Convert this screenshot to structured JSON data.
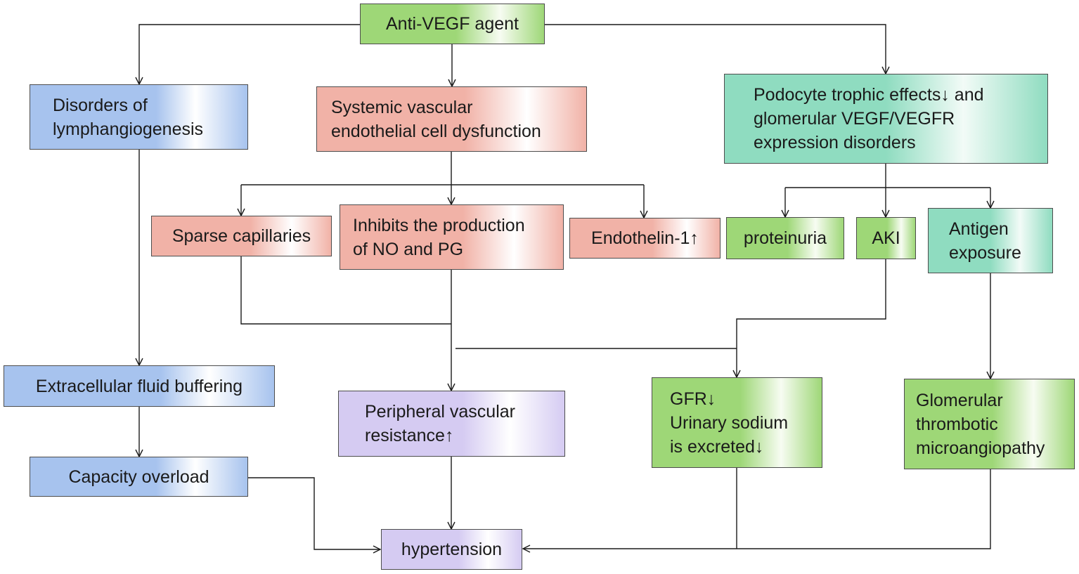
{
  "nodes": {
    "anti_vegf": "Anti-VEGF agent",
    "lymph": [
      "Disorders of",
      "lymphangiogenesis"
    ],
    "endothelial": [
      "Systemic vascular",
      "endothelial cell dysfunction"
    ],
    "podocyte": [
      "Podocyte trophic effects↓ and",
      "glomerular VEGF/VEGFR",
      "expression disorders"
    ],
    "sparse": "Sparse capillaries",
    "no_pg": [
      "Inhibits the production",
      "of NO and PG"
    ],
    "endothelin": "Endothelin-1↑",
    "proteinuria": "proteinuria",
    "aki": "AKI",
    "antigen": [
      "Antigen",
      "exposure"
    ],
    "ecf": "Extracellular fluid buffering",
    "capacity": "Capacity overload",
    "pvr": [
      "Peripheral vascular",
      "resistance↑"
    ],
    "gfr": [
      "GFR↓",
      "Urinary sodium",
      "is excreted↓"
    ],
    "tma": [
      "Glomerular",
      "thrombotic",
      "microangiopathy"
    ],
    "hypertension": "hypertension"
  },
  "colors": {
    "line": "#1a1a1a",
    "blue": "#a7c3ee",
    "salmon": "#f1b2a7",
    "green": "#9ed777",
    "teal": "#8fdcc0",
    "purple": "#d5cbf2"
  }
}
